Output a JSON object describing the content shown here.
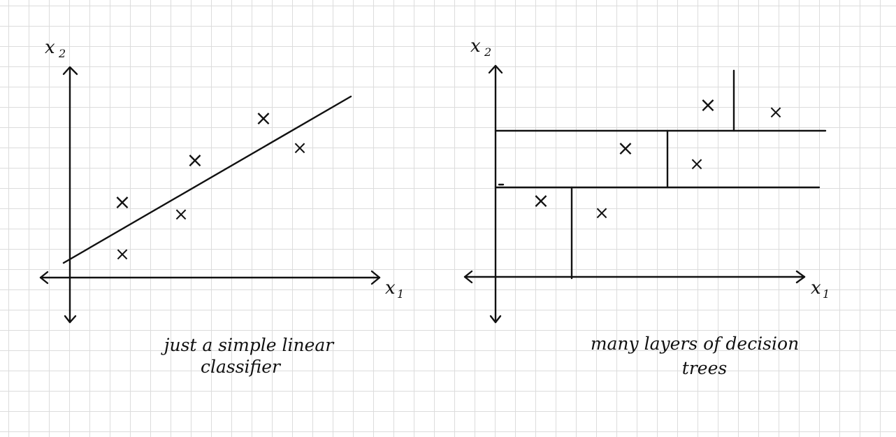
{
  "colors": {
    "ink": "#111111",
    "positive": "#22e022",
    "negative": "#e8202a",
    "grid": "#dcdcdc"
  },
  "left_panel": {
    "x_axis_label": "x",
    "x_axis_subscript": "1",
    "y_axis_label": "x",
    "y_axis_subscript": "2",
    "caption_line1": "just a simple linear",
    "caption_line2": "classifier",
    "points": [
      {
        "class": "positive",
        "marker": "×"
      },
      {
        "class": "positive",
        "marker": "×"
      },
      {
        "class": "positive",
        "marker": "×"
      },
      {
        "class": "negative",
        "marker": "×"
      },
      {
        "class": "negative",
        "marker": "×"
      },
      {
        "class": "negative",
        "marker": "×"
      }
    ]
  },
  "right_panel": {
    "x_axis_label": "x",
    "x_axis_subscript": "1",
    "y_axis_label": "x",
    "y_axis_subscript": "2",
    "caption_line1": "many layers of decision",
    "caption_line2": "trees",
    "points": [
      {
        "class": "positive",
        "marker": "×"
      },
      {
        "class": "negative",
        "marker": "×"
      },
      {
        "class": "positive",
        "marker": "×"
      },
      {
        "class": "negative",
        "marker": "×"
      },
      {
        "class": "positive",
        "marker": "×"
      },
      {
        "class": "negative",
        "marker": "×"
      }
    ]
  }
}
